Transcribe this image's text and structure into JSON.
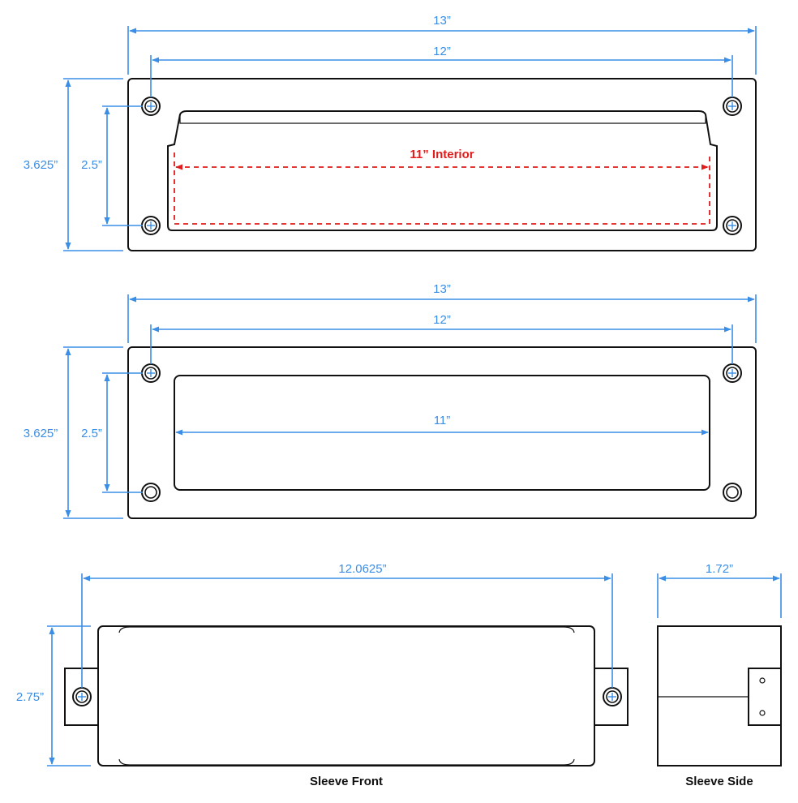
{
  "colors": {
    "dimension": "#3a8ee6",
    "interior": "#e21b1b",
    "outline": "#111111"
  },
  "views": {
    "top_plate": {
      "overall_width": "13”",
      "hole_spacing_width": "12”",
      "overall_height": "3.625”",
      "hole_spacing_height": "2.5”",
      "interior_label": "11” Interior"
    },
    "middle_plate": {
      "overall_width": "13”",
      "hole_spacing_width": "12”",
      "overall_height": "3.625”",
      "hole_spacing_height": "2.5”",
      "opening_width": "11”"
    },
    "sleeve_front": {
      "hole_spacing_width": "12.0625”",
      "height": "2.75”",
      "caption": "Sleeve Front"
    },
    "sleeve_side": {
      "depth": "1.72”",
      "caption": "Sleeve Side"
    }
  }
}
